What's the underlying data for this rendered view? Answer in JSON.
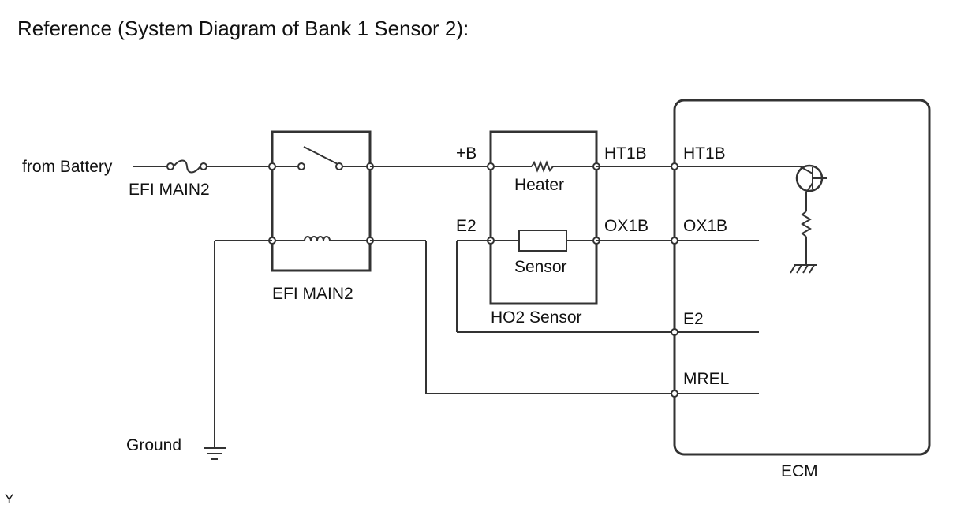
{
  "title": "Reference (System Diagram of Bank 1 Sensor 2):",
  "labels": {
    "from_battery": "from Battery",
    "fuse": "EFI MAIN2",
    "relay": "EFI MAIN2",
    "ground": "Ground",
    "plus_b": "+B",
    "ht1b_sensor": "HT1B",
    "heater": "Heater",
    "e2_sensor": "E2",
    "ox1b_sensor": "OX1B",
    "sensor": "Sensor",
    "ho2_sensor": "HO2 Sensor",
    "ht1b_ecm": "HT1B",
    "ox1b_ecm": "OX1B",
    "e2_ecm": "E2",
    "mrel": "MREL",
    "ecm": "ECM",
    "corner_mark": "Y"
  }
}
